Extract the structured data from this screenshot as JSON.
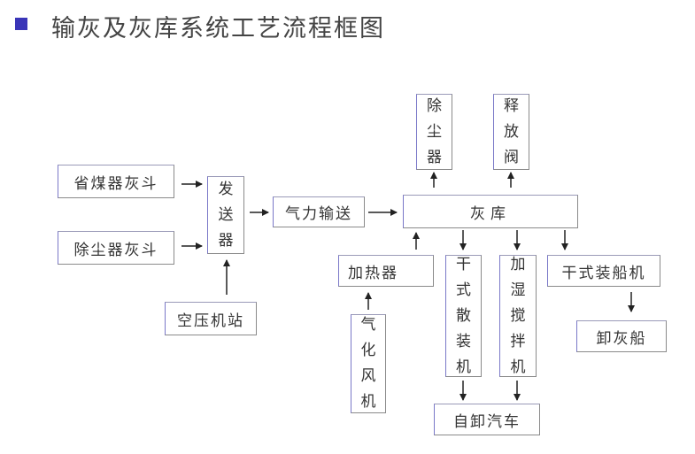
{
  "title": {
    "text": "输灰及灰库系统工艺流程框图",
    "bullet_color": "#3a35b8"
  },
  "nodes": {
    "economizer_hopper": "省煤器灰斗",
    "dust_collector_hopper": "除尘器灰斗",
    "transmitter": "发送器",
    "air_compressor_station": "空压机站",
    "pneumatic_conveying": "气力输送",
    "ash_silo": "灰库",
    "dust_remover": "除尘器",
    "release_valve": "释放阀",
    "heater": "加热器",
    "gasification_fan": "气化风机",
    "dry_bulk_loader": "干式散装机",
    "humidifying_mixer": "加湿搅拌机",
    "dry_ship_loader": "干式装船机",
    "ash_unloading_ship": "卸灰船",
    "dump_truck": "自卸汽车"
  },
  "edges": [
    {
      "from": "省煤器灰斗",
      "to": "发送器"
    },
    {
      "from": "除尘器灰斗",
      "to": "发送器"
    },
    {
      "from": "空压机站",
      "to": "发送器"
    },
    {
      "from": "发送器",
      "to": "气力输送"
    },
    {
      "from": "气力输送",
      "to": "灰库"
    },
    {
      "from": "灰库",
      "to": "除尘器"
    },
    {
      "from": "灰库",
      "to": "释放阀"
    },
    {
      "from": "加热器",
      "to": "灰库"
    },
    {
      "from": "气化风机",
      "to": "加热器"
    },
    {
      "from": "灰库",
      "to": "干式散装机"
    },
    {
      "from": "灰库",
      "to": "加湿搅拌机"
    },
    {
      "from": "灰库",
      "to": "干式装船机"
    },
    {
      "from": "干式装船机",
      "to": "卸灰船"
    },
    {
      "from": "干式散装机",
      "to": "自卸汽车"
    },
    {
      "from": "加湿搅拌机",
      "to": "自卸汽车"
    }
  ]
}
